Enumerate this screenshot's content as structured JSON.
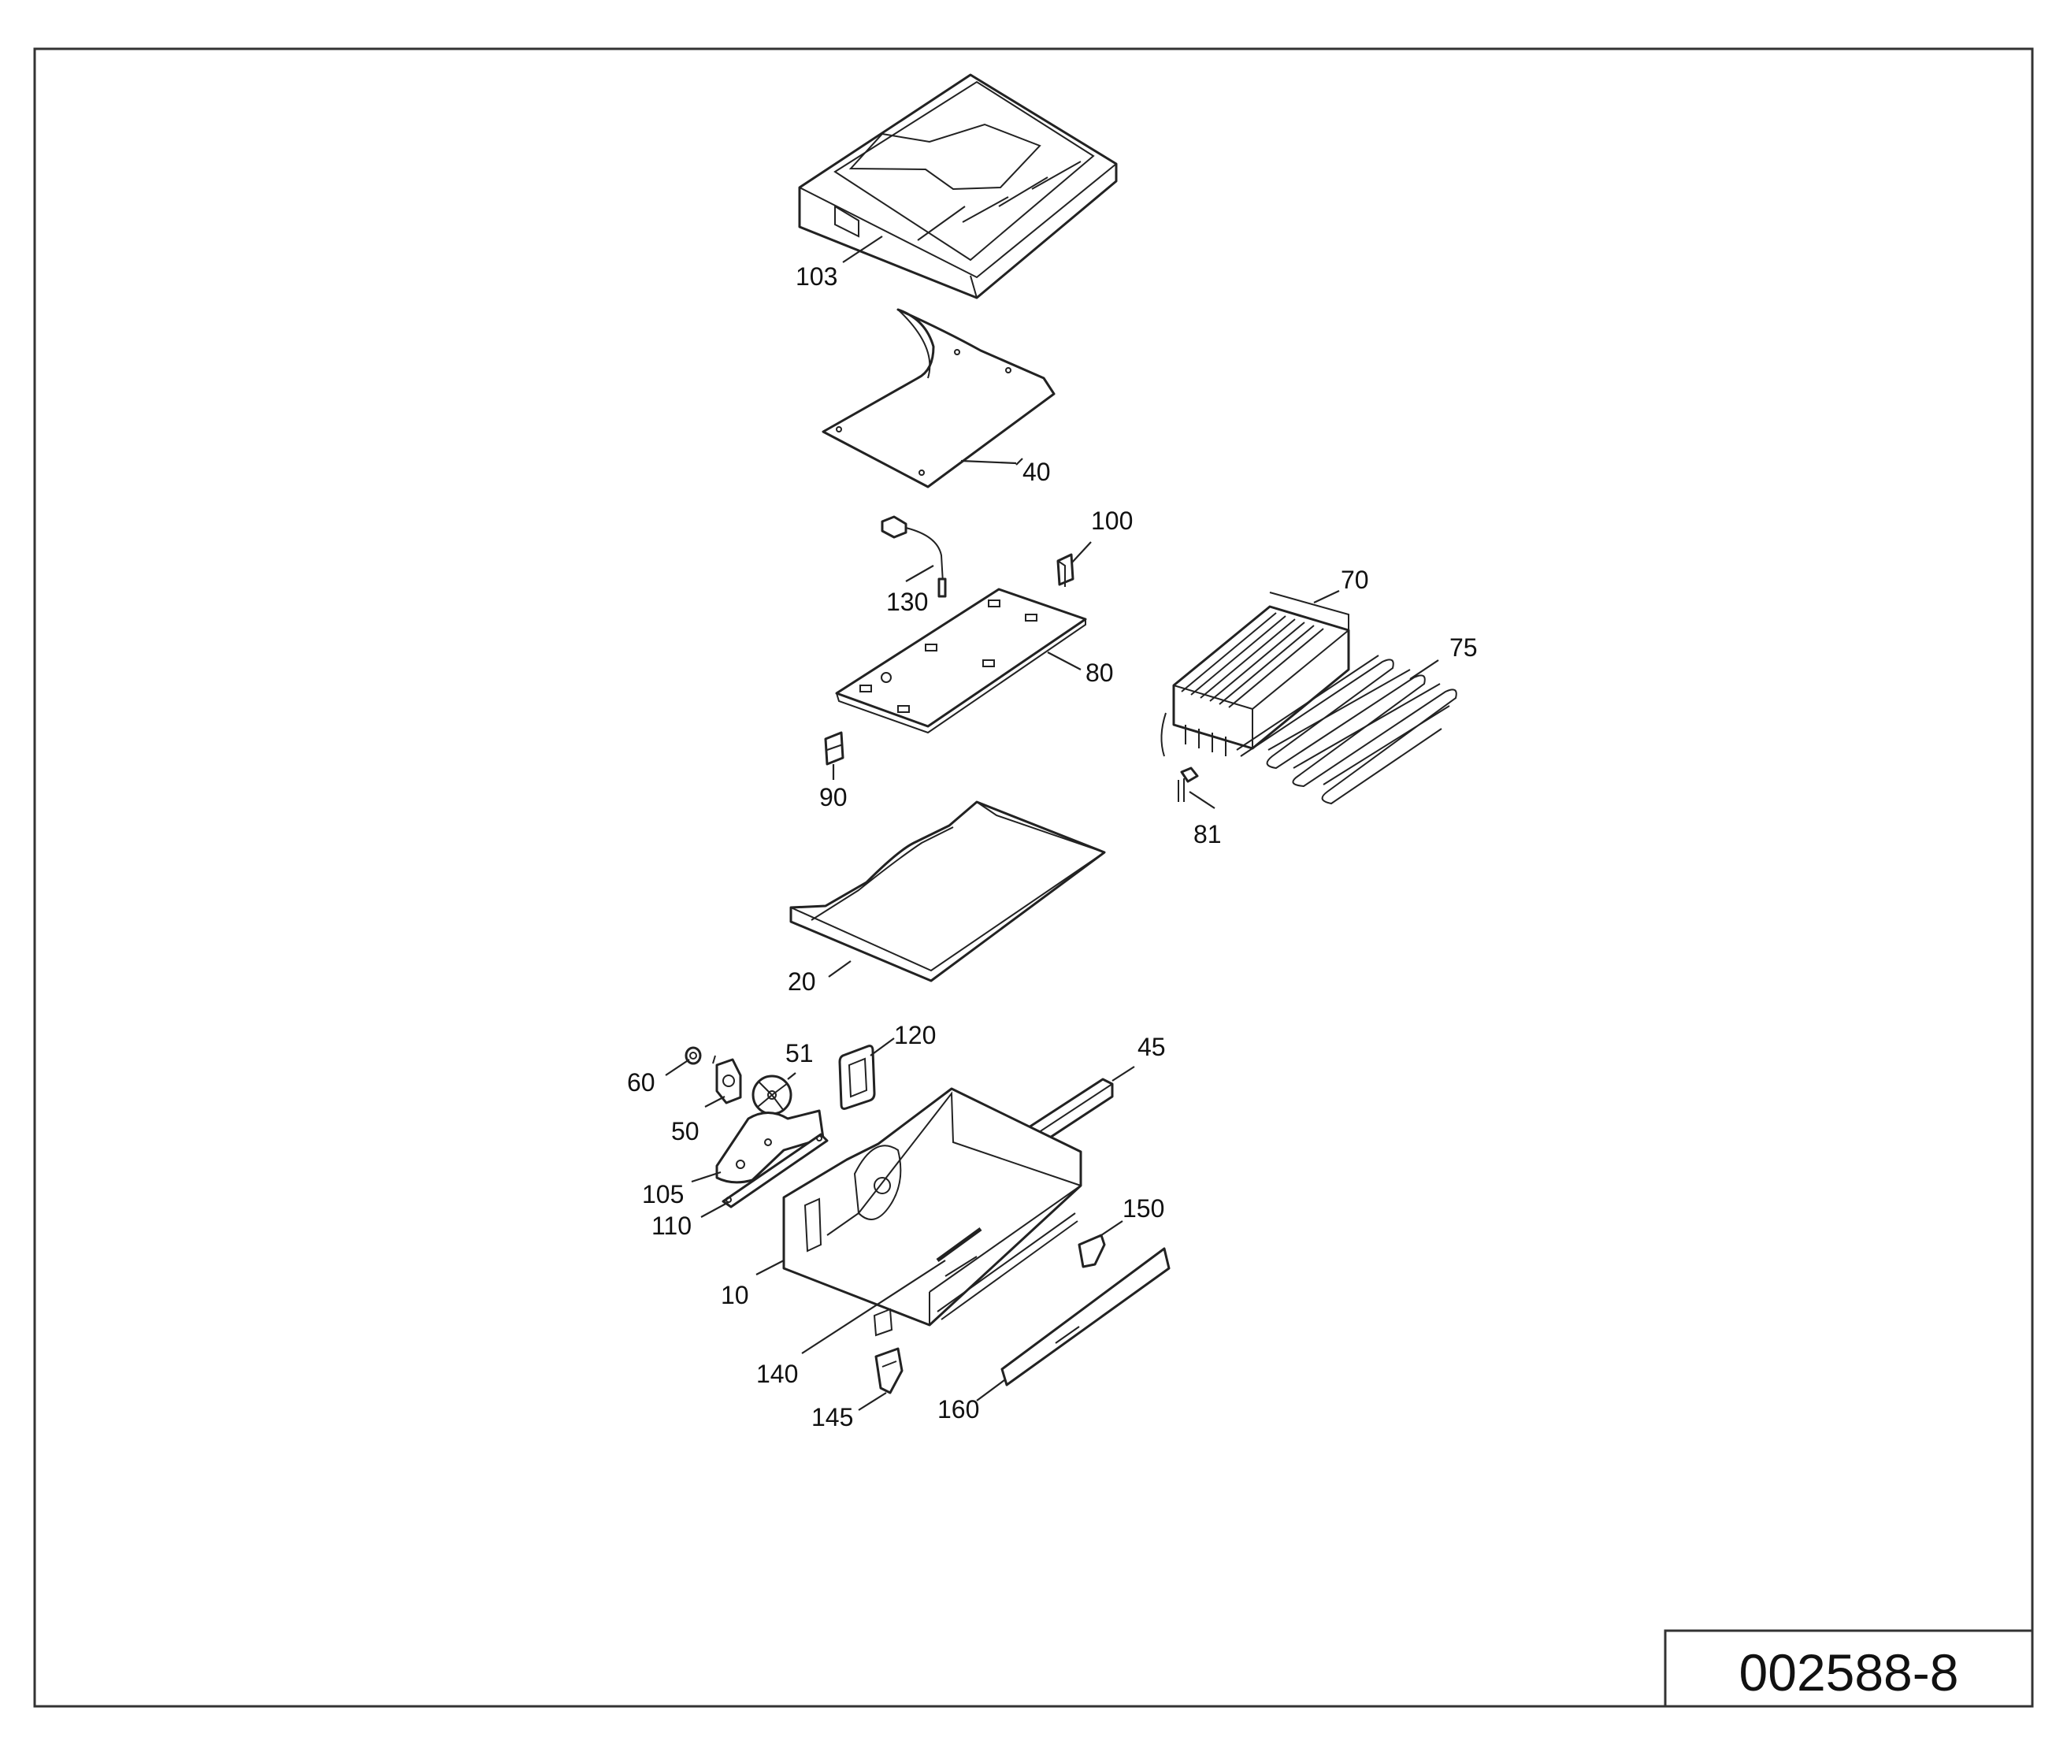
{
  "document_code": "002588-8",
  "callouts": [
    {
      "id": "103",
      "text": "103"
    },
    {
      "id": "40",
      "text": "40"
    },
    {
      "id": "100",
      "text": "100"
    },
    {
      "id": "130",
      "text": "130"
    },
    {
      "id": "70",
      "text": "70"
    },
    {
      "id": "75",
      "text": "75"
    },
    {
      "id": "80",
      "text": "80"
    },
    {
      "id": "90",
      "text": "90"
    },
    {
      "id": "81",
      "text": "81"
    },
    {
      "id": "20",
      "text": "20"
    },
    {
      "id": "51",
      "text": "51"
    },
    {
      "id": "120",
      "text": "120"
    },
    {
      "id": "45",
      "text": "45"
    },
    {
      "id": "60",
      "text": "60"
    },
    {
      "id": "50",
      "text": "50"
    },
    {
      "id": "105",
      "text": "105"
    },
    {
      "id": "110",
      "text": "110"
    },
    {
      "id": "150",
      "text": "150"
    },
    {
      "id": "10",
      "text": "10"
    },
    {
      "id": "140",
      "text": "140"
    },
    {
      "id": "145",
      "text": "145"
    },
    {
      "id": "160",
      "text": "160"
    }
  ]
}
